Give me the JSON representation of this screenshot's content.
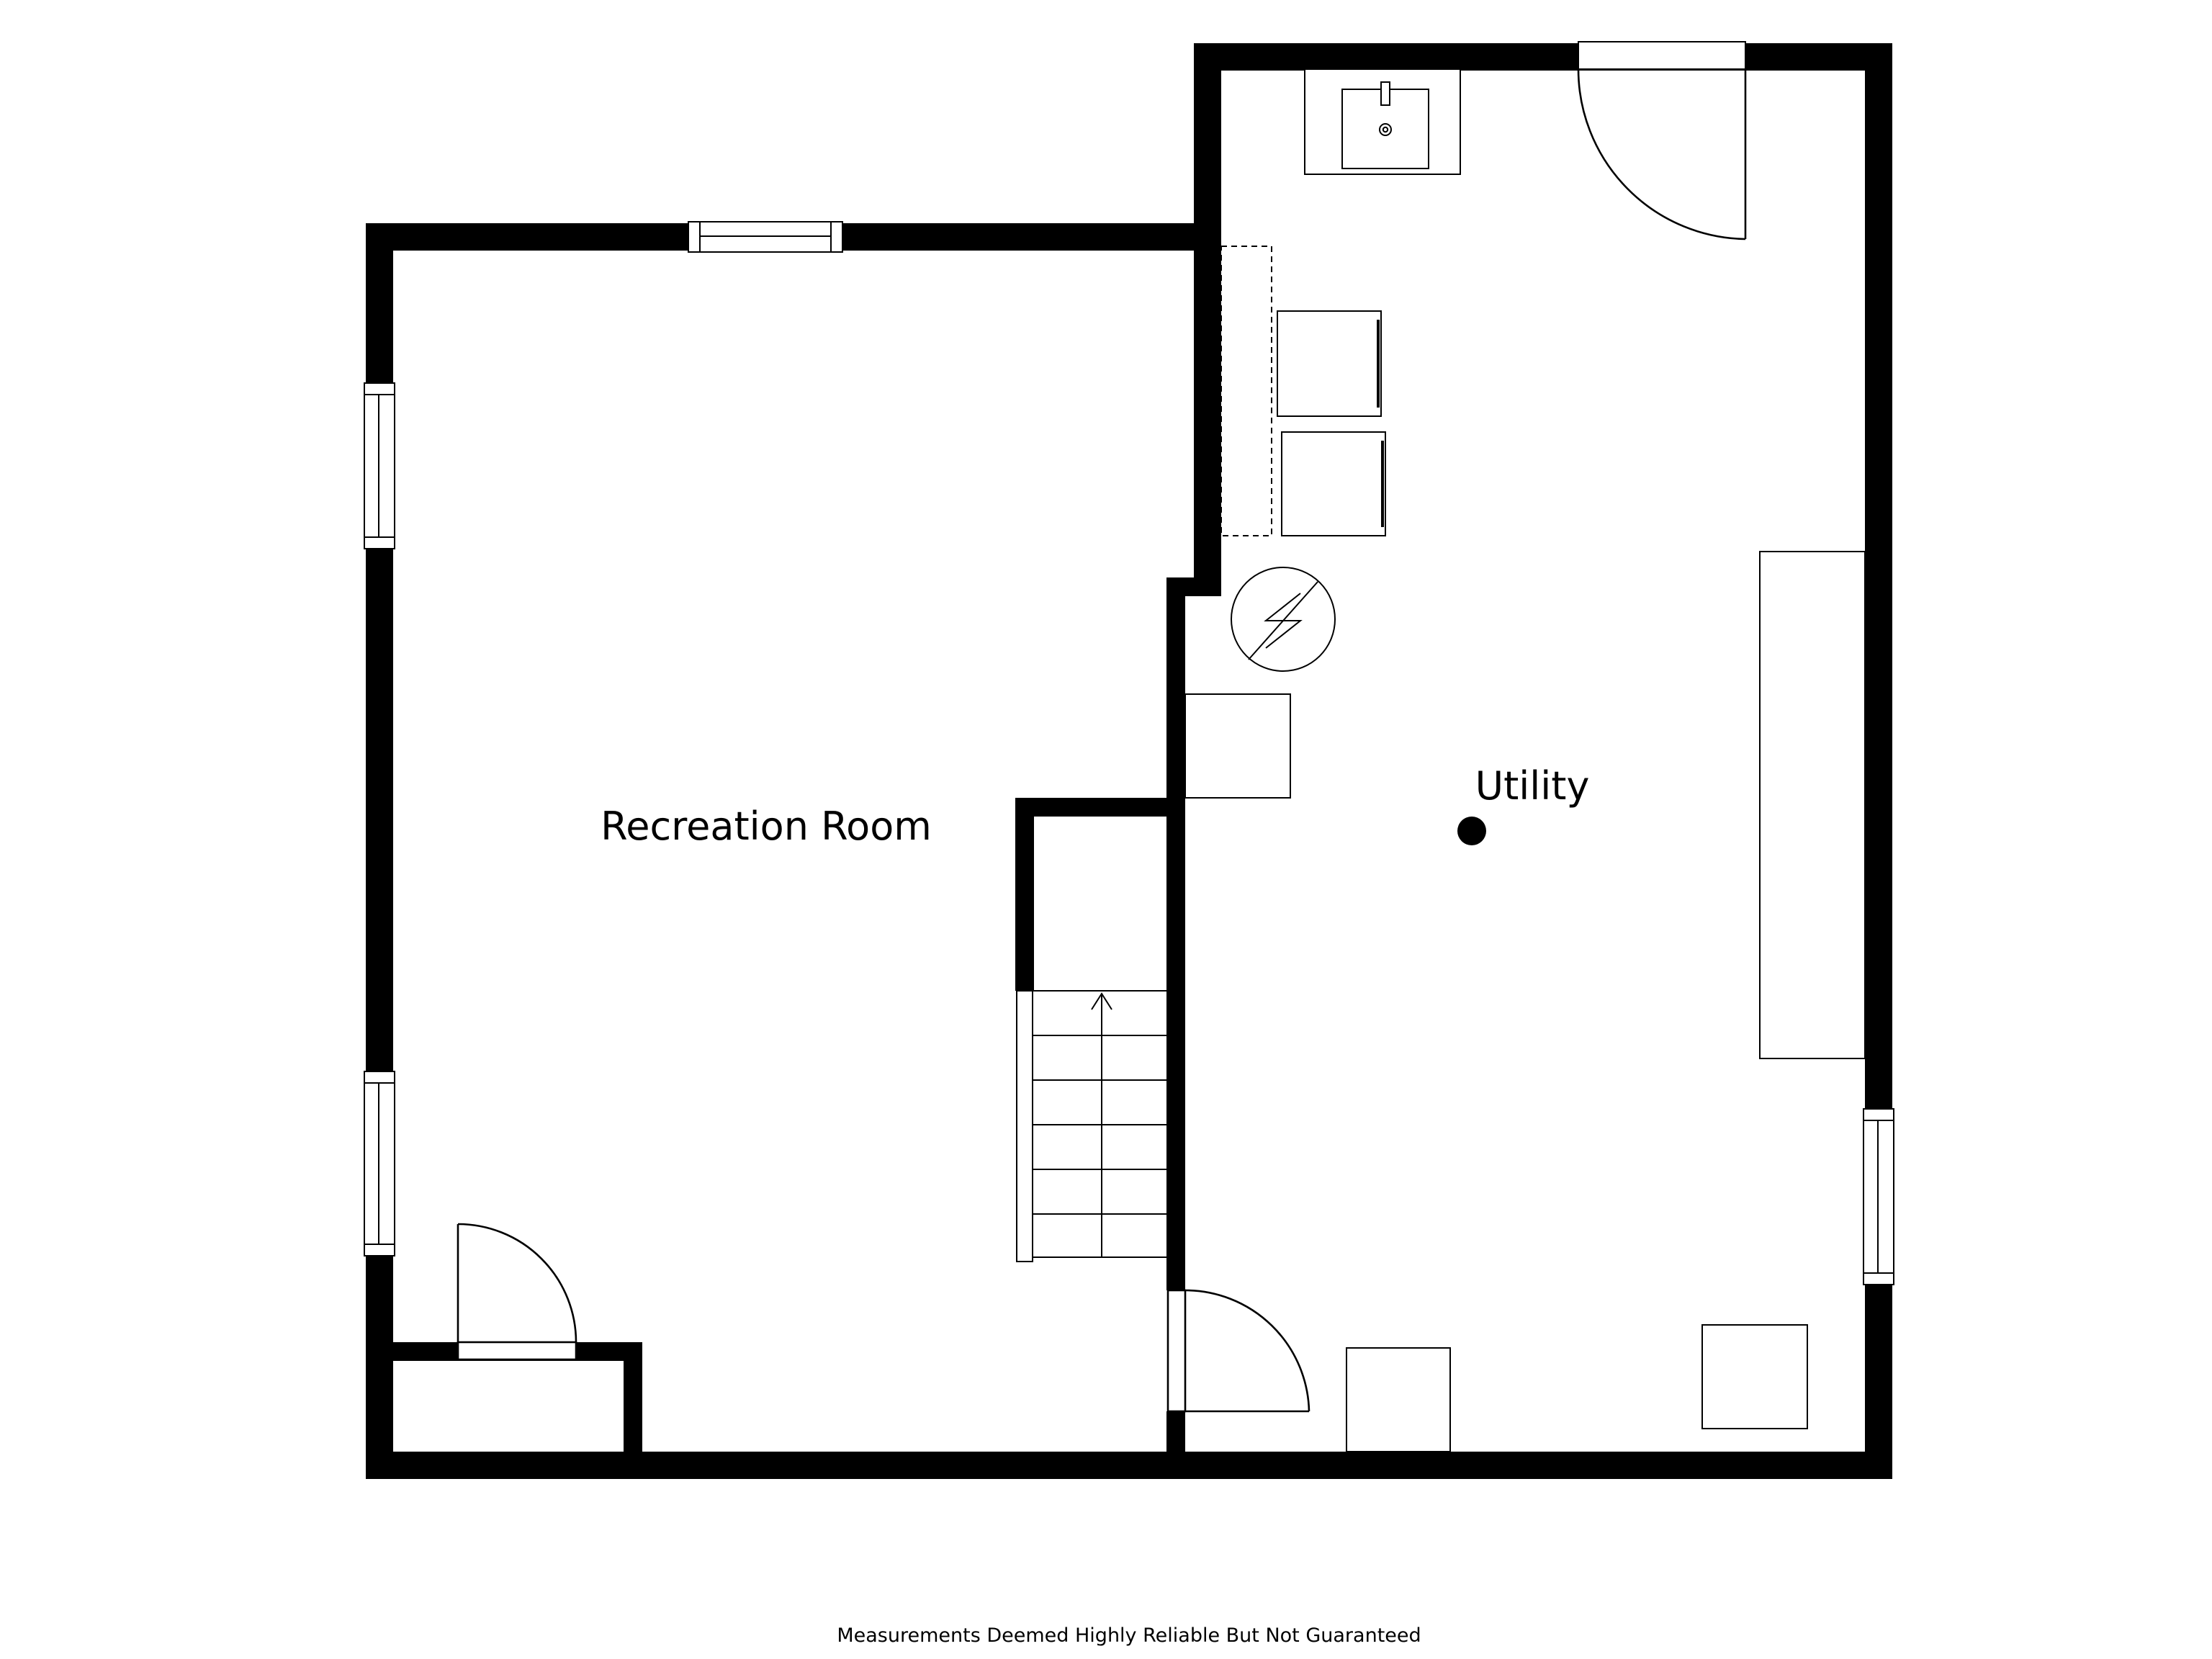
{
  "rooms": {
    "recreation_room": "Recreation Room",
    "utility": "Utility"
  },
  "footer": {
    "disclaimer": "Measurements Deemed Highly Reliable But Not Guaranteed"
  },
  "colors": {
    "wall": "#000000",
    "background": "#ffffff",
    "fixture_stroke": "#000000"
  },
  "icons": {
    "water_heater": "electric-water-heater-icon",
    "stairs_arrow": "arrow-up-icon",
    "sink": "utility-sink-icon",
    "location_marker": "location-dot-icon"
  }
}
